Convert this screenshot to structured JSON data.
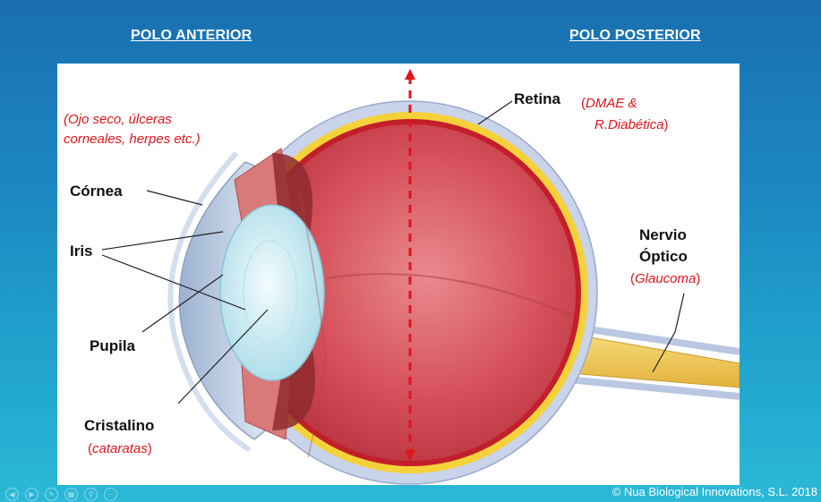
{
  "headings": {
    "anterior": "POLO ANTERIOR",
    "posterior": "POLO POSTERIOR"
  },
  "labels": {
    "cornea": "Córnea",
    "iris": "Iris",
    "pupila": "Pupila",
    "cristalino": "Cristalino",
    "retina": "Retina",
    "nervio_line1": "Nervio",
    "nervio_line2": "Óptico"
  },
  "notes": {
    "anterior_line1": "(Ojo seco, úlceras",
    "anterior_line2": "corneales, herpes etc.)",
    "retina_line1_open": "(",
    "retina_line1": "DMAE &",
    "retina_line2": "R.Diabética",
    "retina_line2_close": ")",
    "cristalino_open": "(",
    "cristalino": "cataratas",
    "cristalino_close": ")",
    "nervio_open": "(",
    "nervio": "Glaucoma",
    "nervio_close": ")"
  },
  "footer": {
    "copyright": "© Nua Biological Innovations, S.L. 2018",
    "nav_icons": [
      "prev-icon",
      "next-icon",
      "pen-icon",
      "slides-icon",
      "zoom-icon",
      "more-icon"
    ]
  },
  "colors": {
    "background_top": "#1a6fb0",
    "background_bottom": "#2bb9d6",
    "note_red": "#e0141b",
    "divider_red": "#e0141b",
    "sclera": "#c9d3ea",
    "retina_yellow": "#f5d23a",
    "vitreous": "#d9505a",
    "lens": "#cdeef5",
    "nerve": "#f3cf5b"
  }
}
